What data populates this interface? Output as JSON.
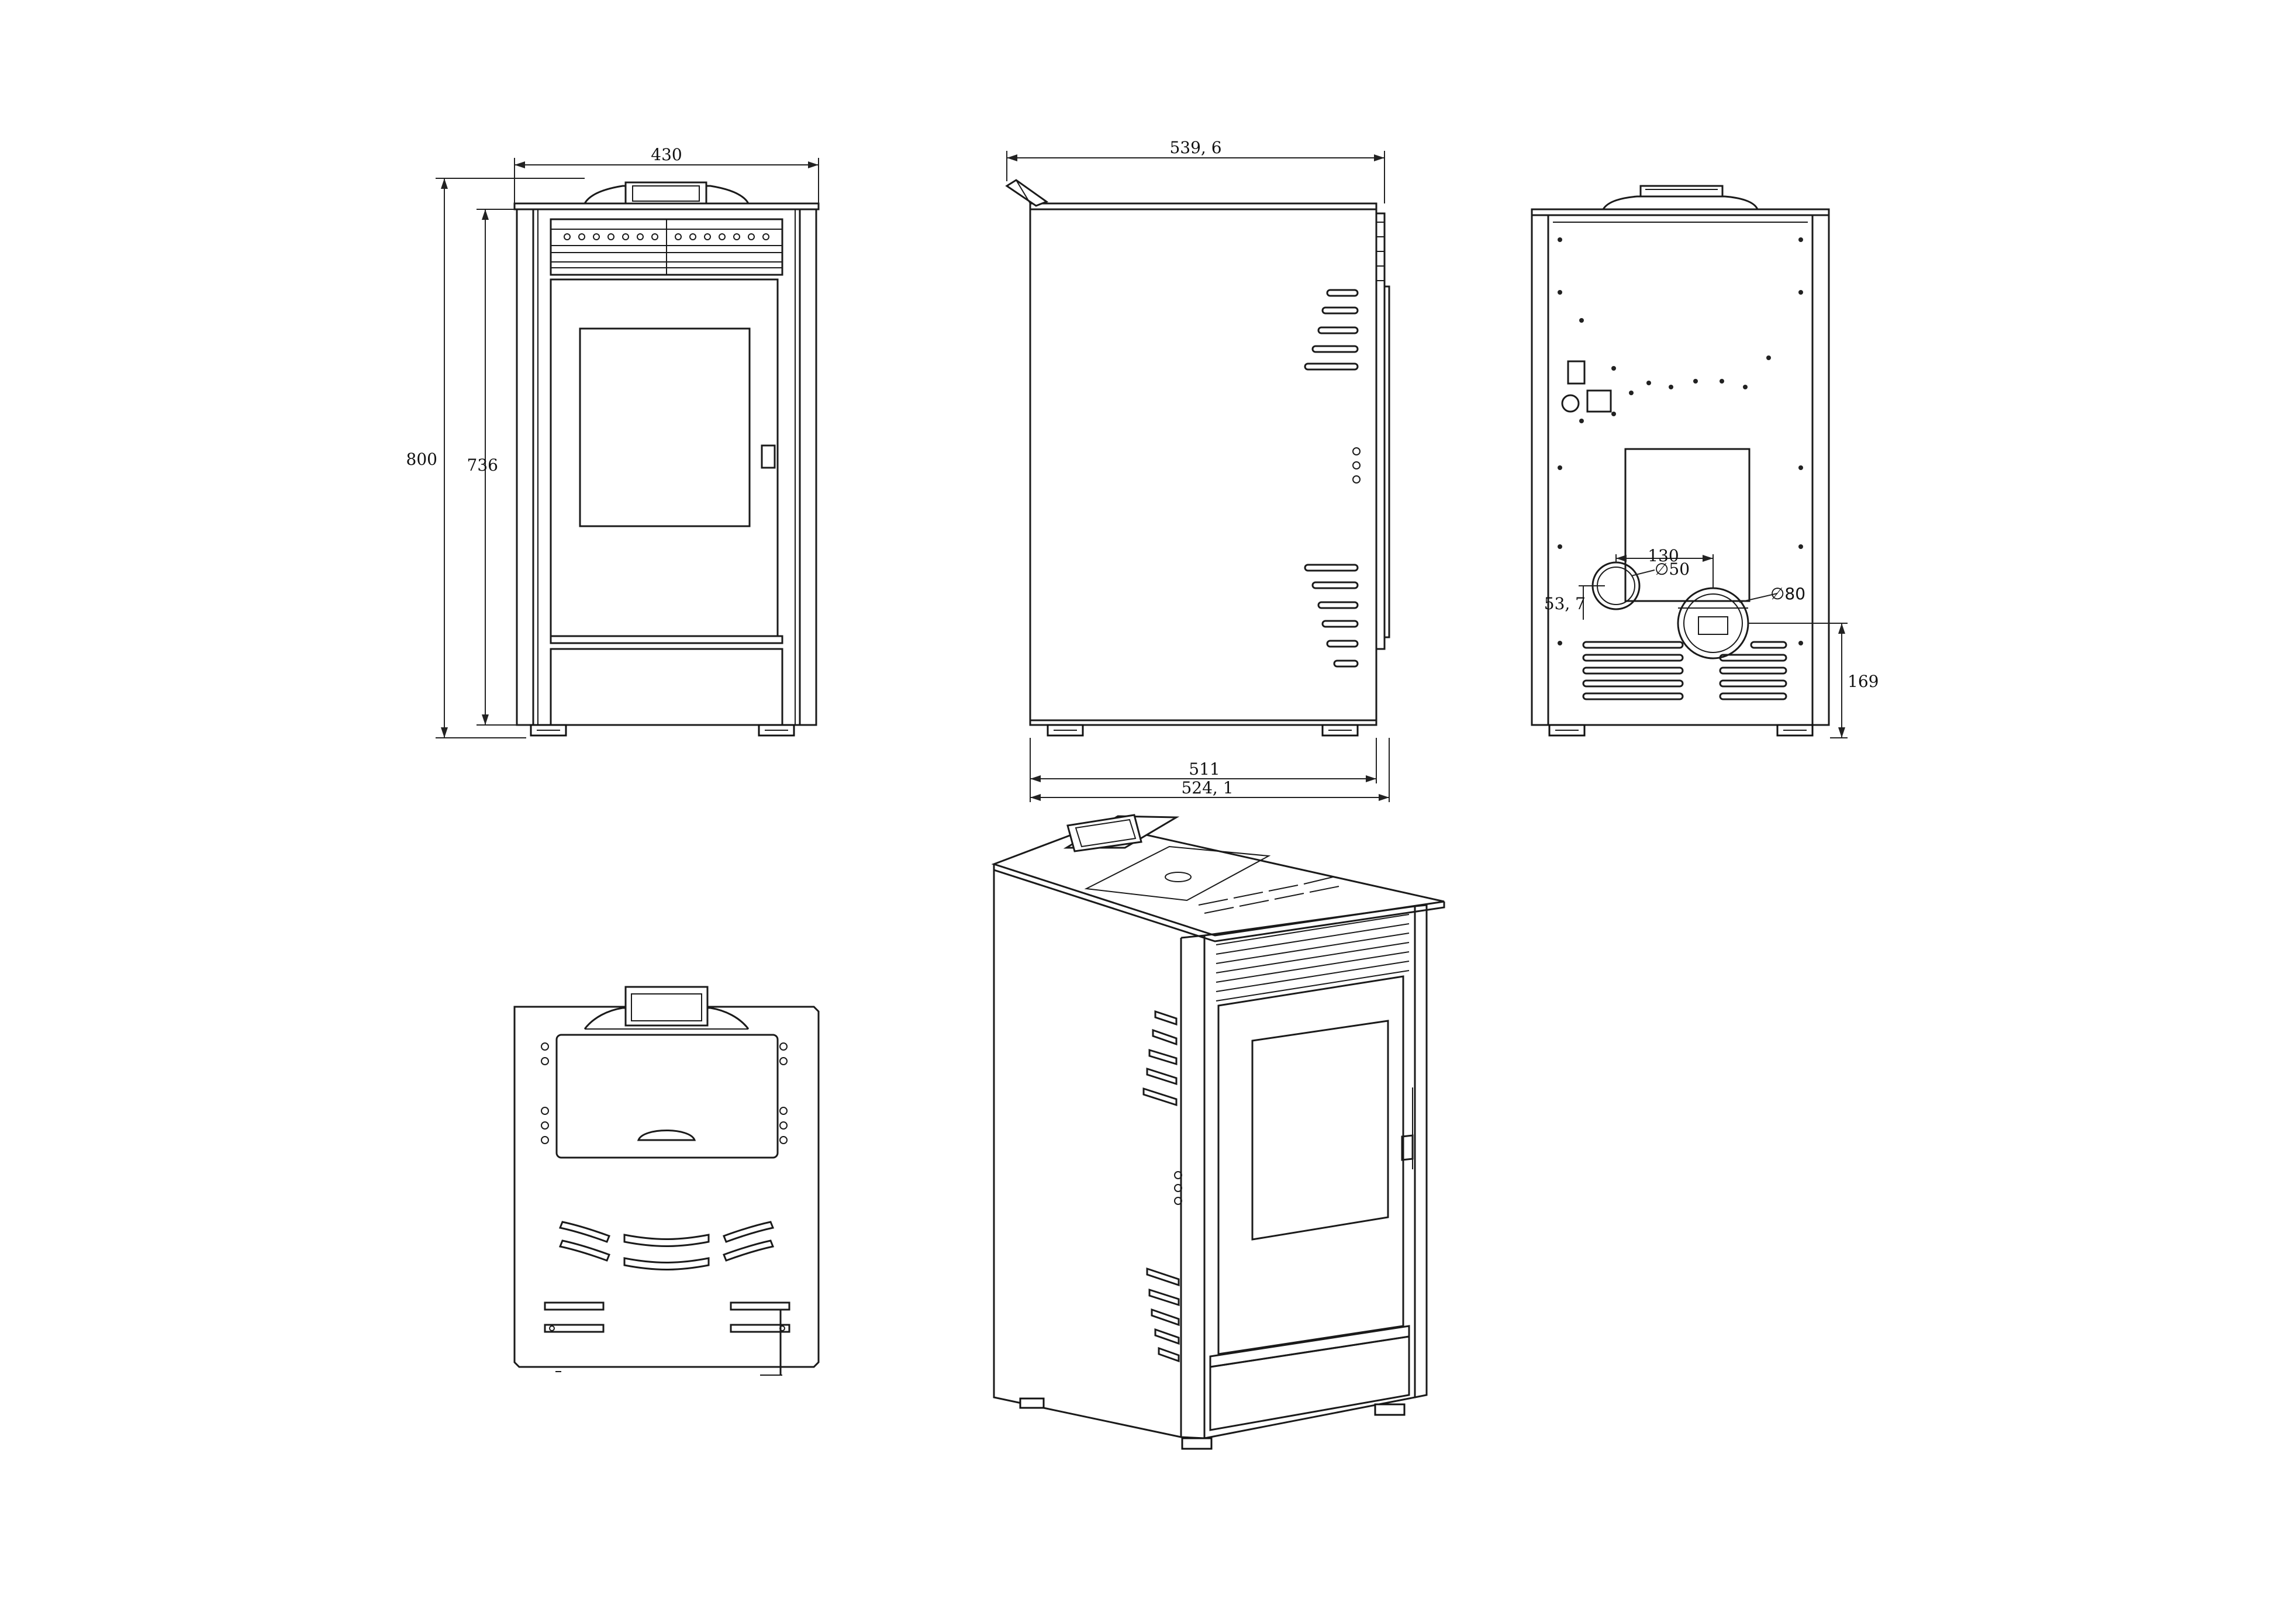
{
  "dimensions": {
    "front_width": "430",
    "front_height_total": "800",
    "front_height_body": "736",
    "side_depth_top": "539, 6",
    "side_depth_base": "511",
    "side_depth_overall": "524, 1",
    "rear_flue_offset": "130",
    "rear_air_inlet_diameter": "∅50",
    "rear_air_inlet_height": "53, 7",
    "rear_flue_diameter": "∅80",
    "rear_flue_height": "169"
  },
  "icons": {
    "control_panel": "display-panel-icon",
    "foot": "adjustable-foot-icon"
  }
}
